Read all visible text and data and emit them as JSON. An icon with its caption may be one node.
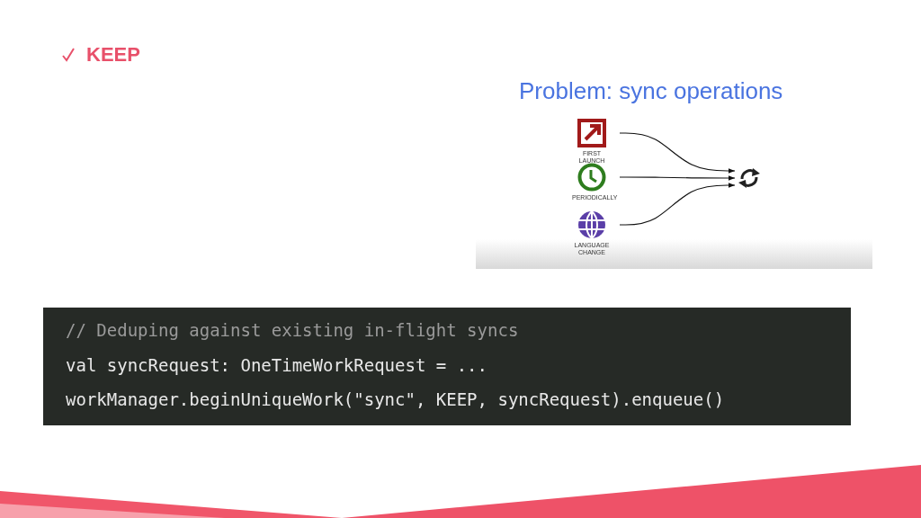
{
  "diagram": {
    "title": "KEEP",
    "nodes": [
      {
        "text": [
          "FIRST LAUNCH"
        ]
      },
      {
        "text": [
          "PERIODICALLY"
        ]
      },
      {
        "text": [
          "LANGUAGE CHANGE"
        ]
      },
      {
        "text": [],
        "shape": "picture"
      }
    ],
    "edges": [
      {
        "from": 0,
        "to": 3,
        "arrow": "to"
      },
      {
        "from": 1,
        "to": 3,
        "arrow": "to"
      },
      {
        "from": 2,
        "to": 3,
        "arrow": "to"
      }
    ],
    "labels": [
      "Problem: sync operations",
      "// Deduping against existing in-flight syncs",
      "val syncRequest: OneTimeWorkRequest = ...",
      "workManager.beginUniqueWork(\"sync\", KEEP, syncRequest).enqueue()"
    ]
  }
}
